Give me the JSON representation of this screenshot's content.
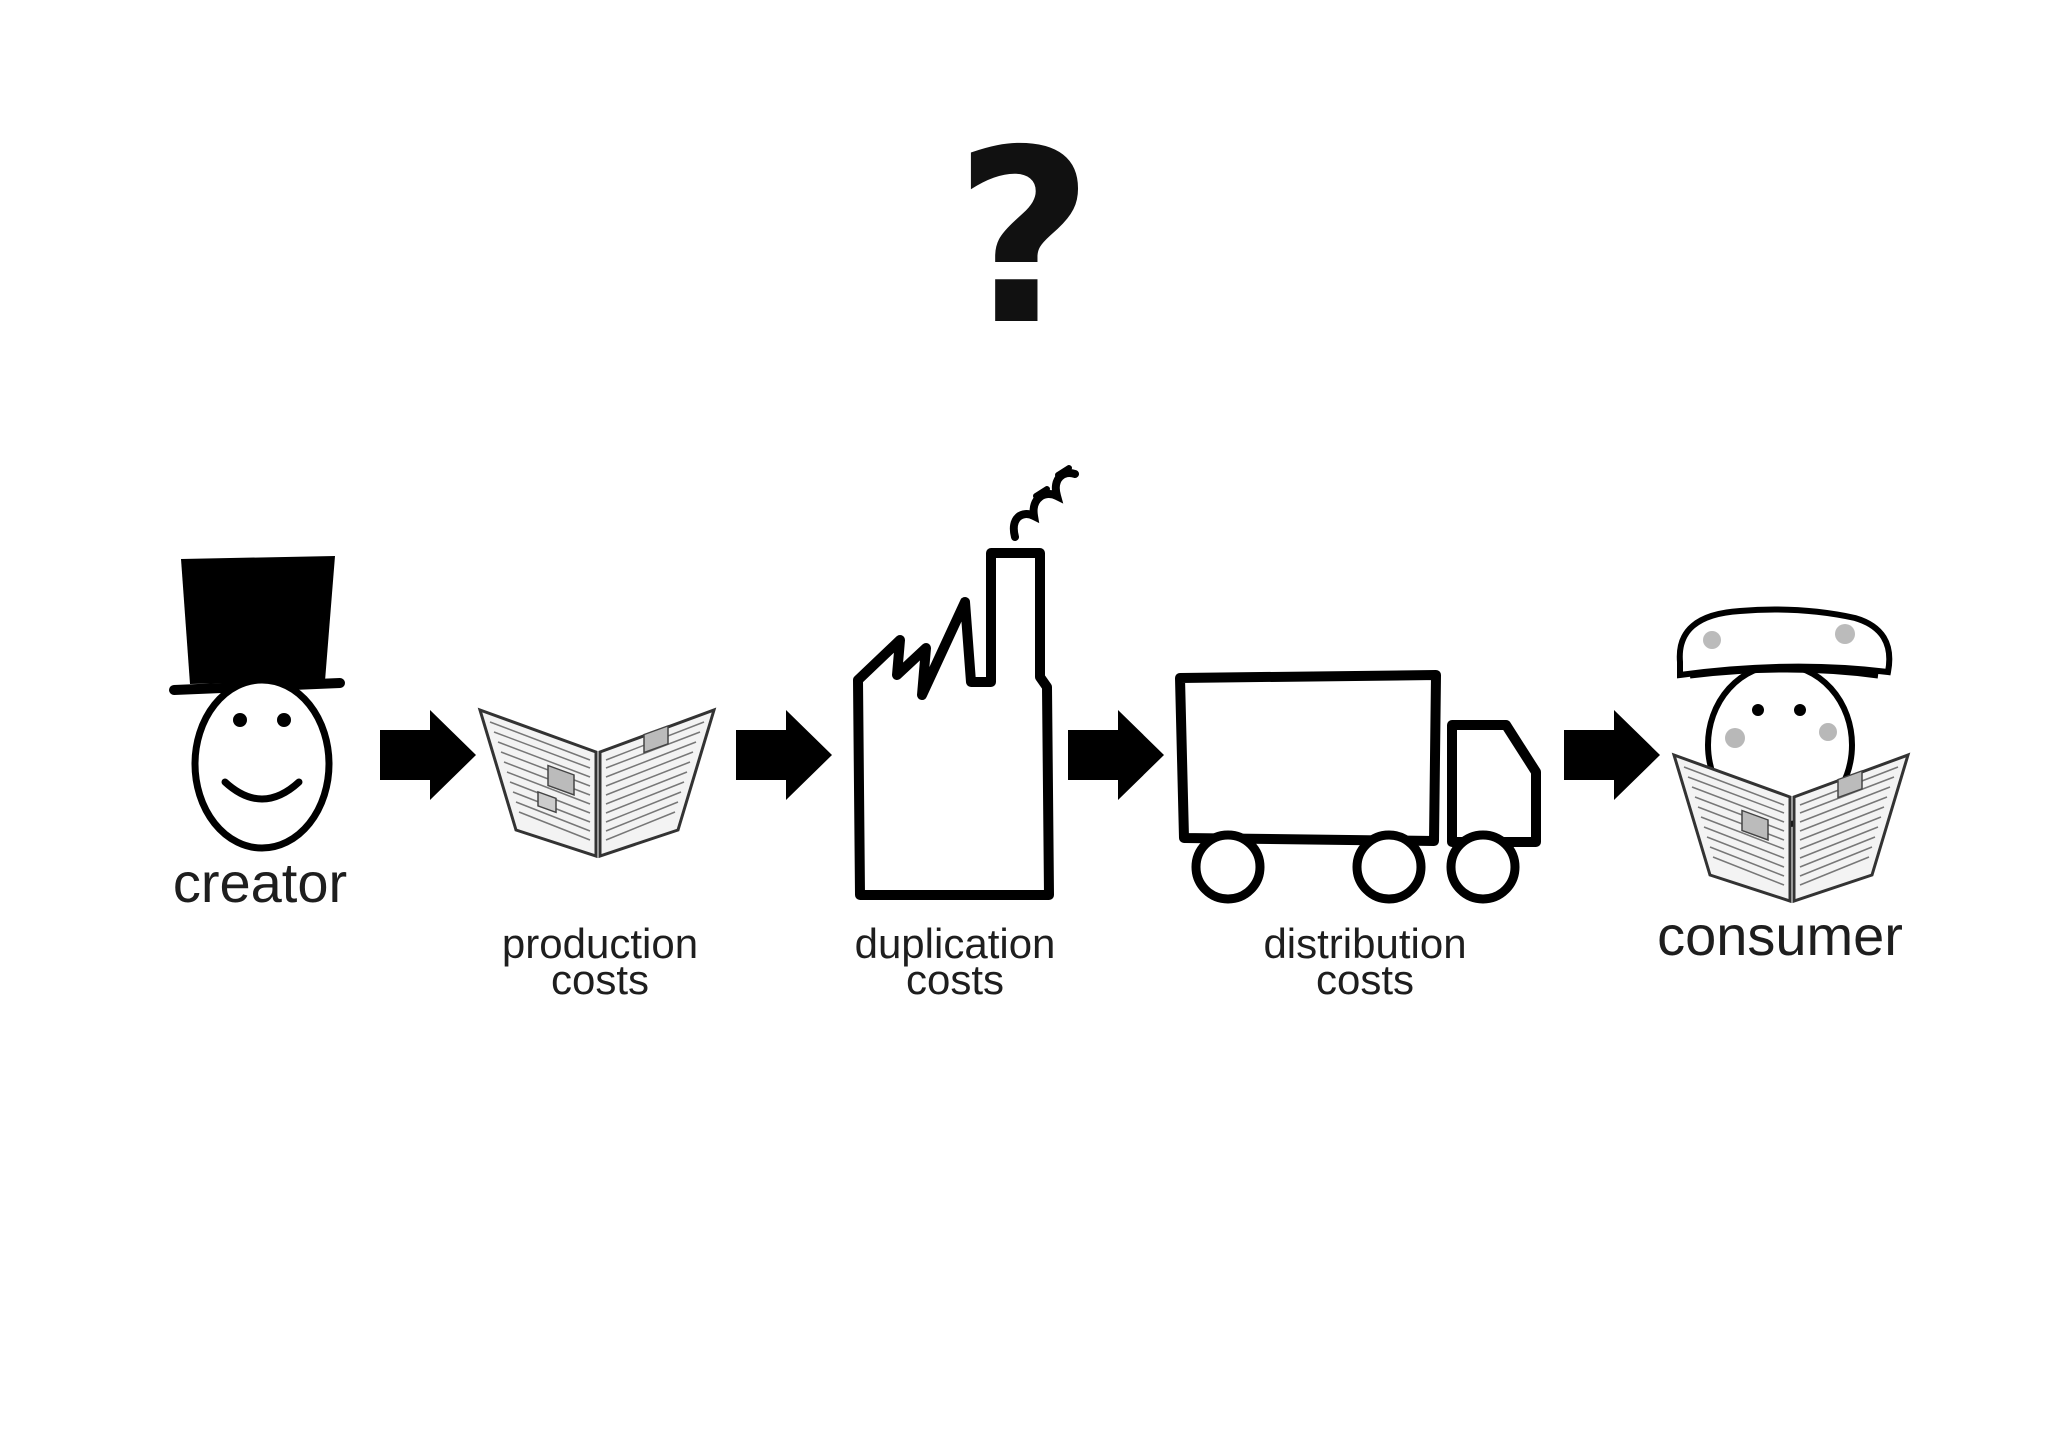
{
  "question_mark": "?",
  "nodes": [
    {
      "id": "creator",
      "label": "creator"
    },
    {
      "id": "production",
      "label_line1": "production",
      "label_line2": "costs"
    },
    {
      "id": "duplication",
      "label_line1": "duplication",
      "label_line2": "costs"
    },
    {
      "id": "distribution",
      "label_line1": "distribution",
      "label_line2": "costs"
    },
    {
      "id": "consumer",
      "label": "consumer"
    }
  ]
}
